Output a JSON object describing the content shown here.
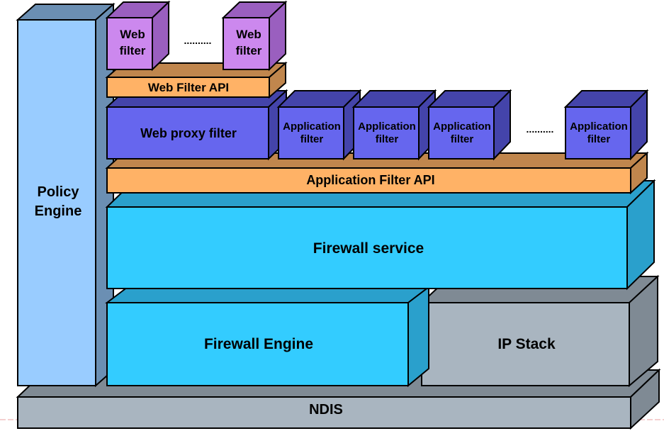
{
  "layers": {
    "policy_engine": [
      "Policy",
      "Engine"
    ],
    "web_filter_left": [
      "Web",
      "filter"
    ],
    "web_filter_ellipsis": "..........",
    "web_filter_right": [
      "Web",
      "filter"
    ],
    "web_filter_api": "Web Filter API",
    "web_proxy_filter": "Web proxy filter",
    "app_filters": [
      [
        "Application",
        "filter"
      ],
      [
        "Application",
        "filter"
      ],
      [
        "Application",
        "filter"
      ]
    ],
    "app_filter_ellipsis": "..........",
    "app_filter_last": [
      "Application",
      "filter"
    ],
    "application_filter_api": "Application Filter API",
    "firewall_service": "Firewall service",
    "firewall_engine": "Firewall Engine",
    "ip_stack": "IP Stack",
    "ndis": "NDIS"
  },
  "colors": {
    "policy_front": "#99ccff",
    "policy_side": "#6b8fb3",
    "web_filter_front": "#cc88ee",
    "web_filter_side": "#9a5fbf",
    "api_front": "#ffb266",
    "api_side": "#c0864d",
    "proxy_front": "#6666ee",
    "proxy_side": "#4444aa",
    "service_front": "#33ccff",
    "service_side": "#2aa0cc",
    "ipstack_front": "#a9b5c0",
    "ipstack_side": "#7f8a94",
    "ndis_front": "#a9b5c0",
    "ndis_side": "#7f8a94"
  }
}
